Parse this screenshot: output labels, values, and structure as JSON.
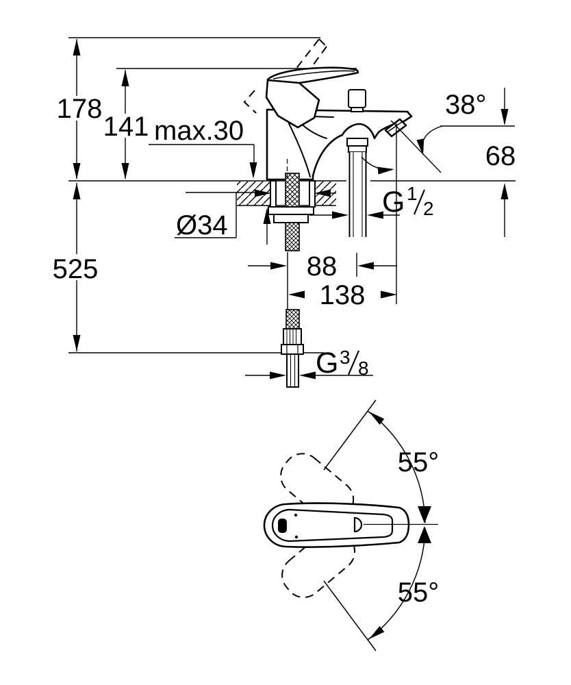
{
  "page": {
    "background": "#ffffff",
    "ink": "#000000"
  },
  "drawing": {
    "title": "bath mixer tap installation drawing",
    "side_view": {
      "name": "faucet side elevation with installation dimensions",
      "dims": {
        "height_total": "178",
        "height_to_lever": "141",
        "max_deck": "max.30",
        "hole_diameter": "Ø34",
        "below_deck": "525",
        "shower_offset": "88",
        "spout_reach": "138",
        "spout_angle": "38°",
        "spout_drop": "68",
        "thread_half": {
          "prefix": "G",
          "numerator": "1",
          "denominator": "2"
        },
        "thread_three_eighths": {
          "prefix": "G",
          "numerator": "3",
          "denominator": "8"
        }
      }
    },
    "top_view": {
      "name": "lever handle swing range top view",
      "dims": {
        "swing_up": "55°",
        "swing_down": "55°"
      }
    }
  }
}
